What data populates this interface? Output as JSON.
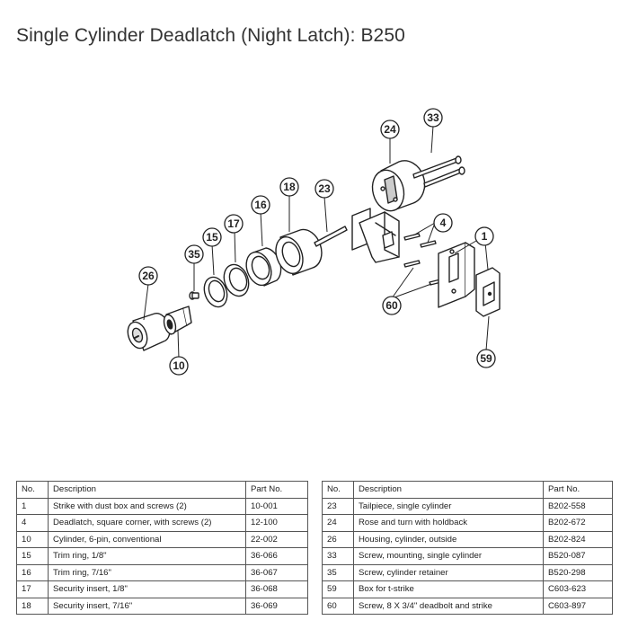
{
  "title": "Single Cylinder Deadlatch (Night Latch): B250",
  "callouts": [
    "33",
    "24",
    "18",
    "23",
    "16",
    "17",
    "4",
    "1",
    "15",
    "35",
    "26",
    "60",
    "10",
    "59"
  ],
  "table_headers": {
    "no": "No.",
    "description": "Description",
    "part_no": "Part No."
  },
  "parts_left": [
    {
      "no": "1",
      "description": "Strike with dust box and screws (2)",
      "part_no": "10-001"
    },
    {
      "no": "4",
      "description": "Deadlatch, square corner, with screws (2)",
      "part_no": "12-100"
    },
    {
      "no": "10",
      "description": "Cylinder, 6-pin, conventional",
      "part_no": "22-002"
    },
    {
      "no": "15",
      "description": "Trim ring, 1/8\"",
      "part_no": "36-066"
    },
    {
      "no": "16",
      "description": "Trim ring, 7/16\"",
      "part_no": "36-067"
    },
    {
      "no": "17",
      "description": "Security insert, 1/8\"",
      "part_no": "36-068"
    },
    {
      "no": "18",
      "description": "Security insert, 7/16\"",
      "part_no": "36-069"
    }
  ],
  "parts_right": [
    {
      "no": "23",
      "description": "Tailpiece, single cylinder",
      "part_no": "B202-558"
    },
    {
      "no": "24",
      "description": "Rose and turn with holdback",
      "part_no": "B202-672"
    },
    {
      "no": "26",
      "description": "Housing, cylinder, outside",
      "part_no": "B202-824"
    },
    {
      "no": "33",
      "description": "Screw, mounting, single cylinder",
      "part_no": "B520-087"
    },
    {
      "no": "35",
      "description": "Screw, cylinder retainer",
      "part_no": "B520-298"
    },
    {
      "no": "59",
      "description": "Box for t-strike",
      "part_no": "C603-623"
    },
    {
      "no": "60",
      "description": "Screw, 8 X 3/4\" deadbolt and strike",
      "part_no": "C603-897"
    }
  ]
}
